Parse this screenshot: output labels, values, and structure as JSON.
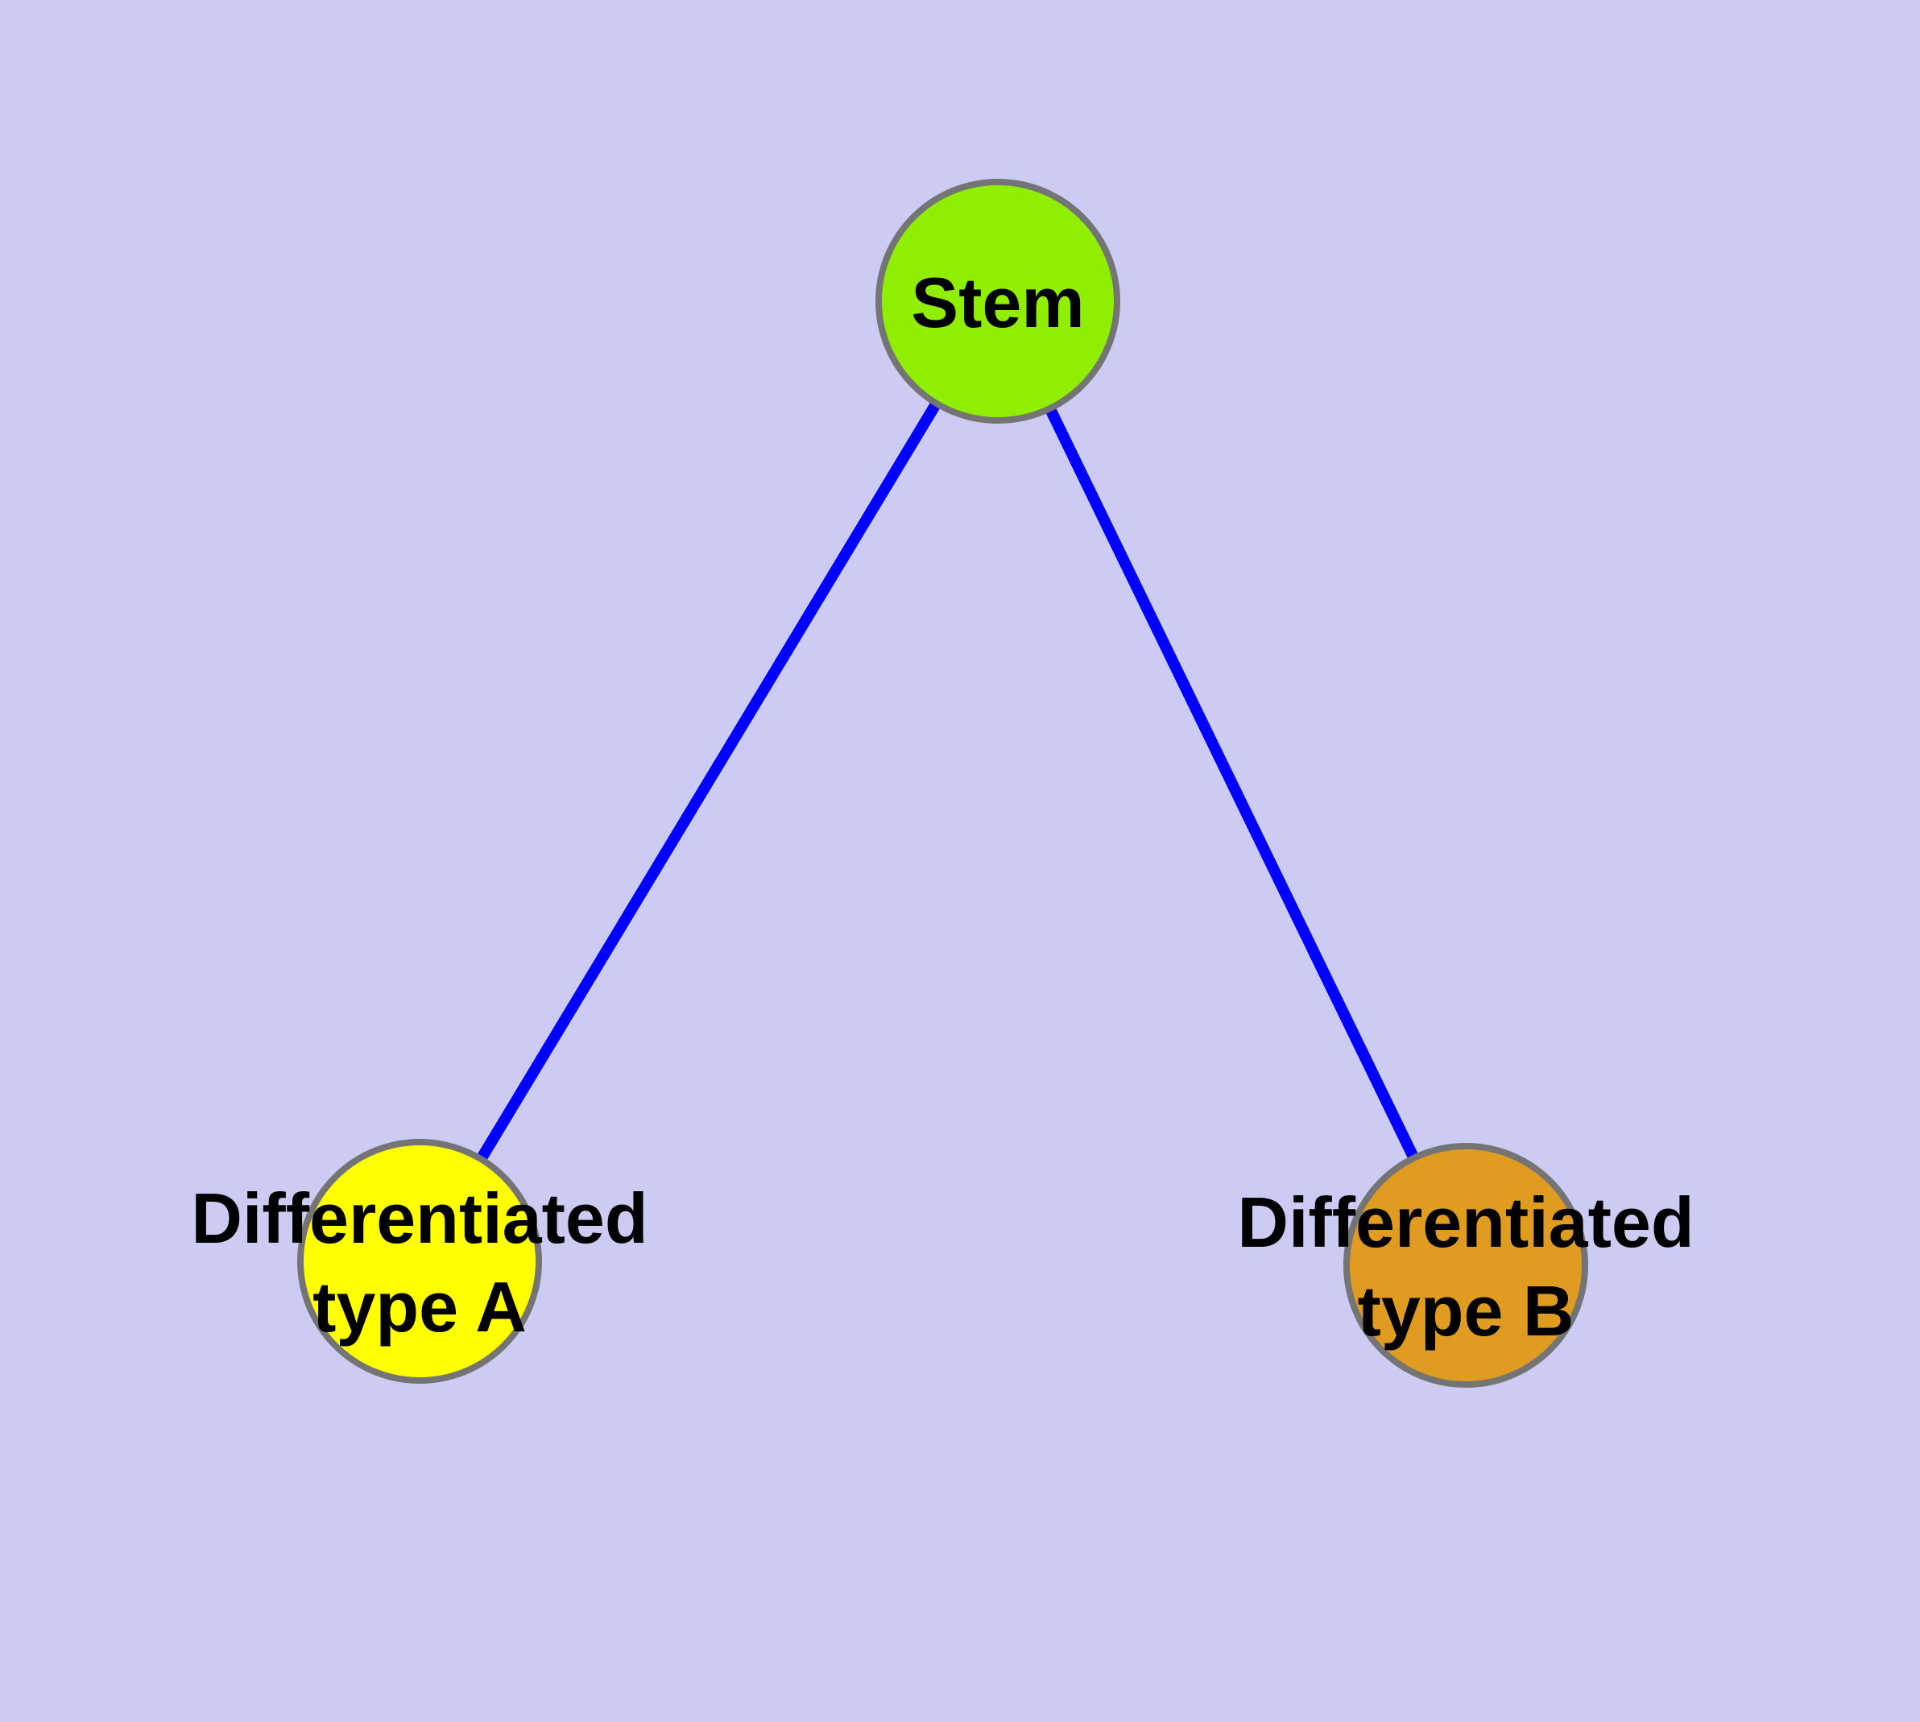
{
  "colors": {
    "background": "#CBCBF3",
    "edge": "#0000FF",
    "node_border": "#747474",
    "label": "#000000"
  },
  "graph": {
    "type": "node-link-diagram",
    "nodes": [
      {
        "id": "stem",
        "label": "Stem",
        "lines": [
          "Stem"
        ],
        "fill": "#90EE00"
      },
      {
        "id": "type-a",
        "label": "Differentiated type A",
        "lines": [
          "Differentiated",
          "type A"
        ],
        "fill": "#FFFF00"
      },
      {
        "id": "type-b",
        "label": "Differentiated type B",
        "lines": [
          "Differentiated",
          "type B"
        ],
        "fill": "#E09C20"
      }
    ],
    "edges": [
      {
        "from": "stem",
        "to": "type-a"
      },
      {
        "from": "stem",
        "to": "type-b"
      }
    ]
  }
}
